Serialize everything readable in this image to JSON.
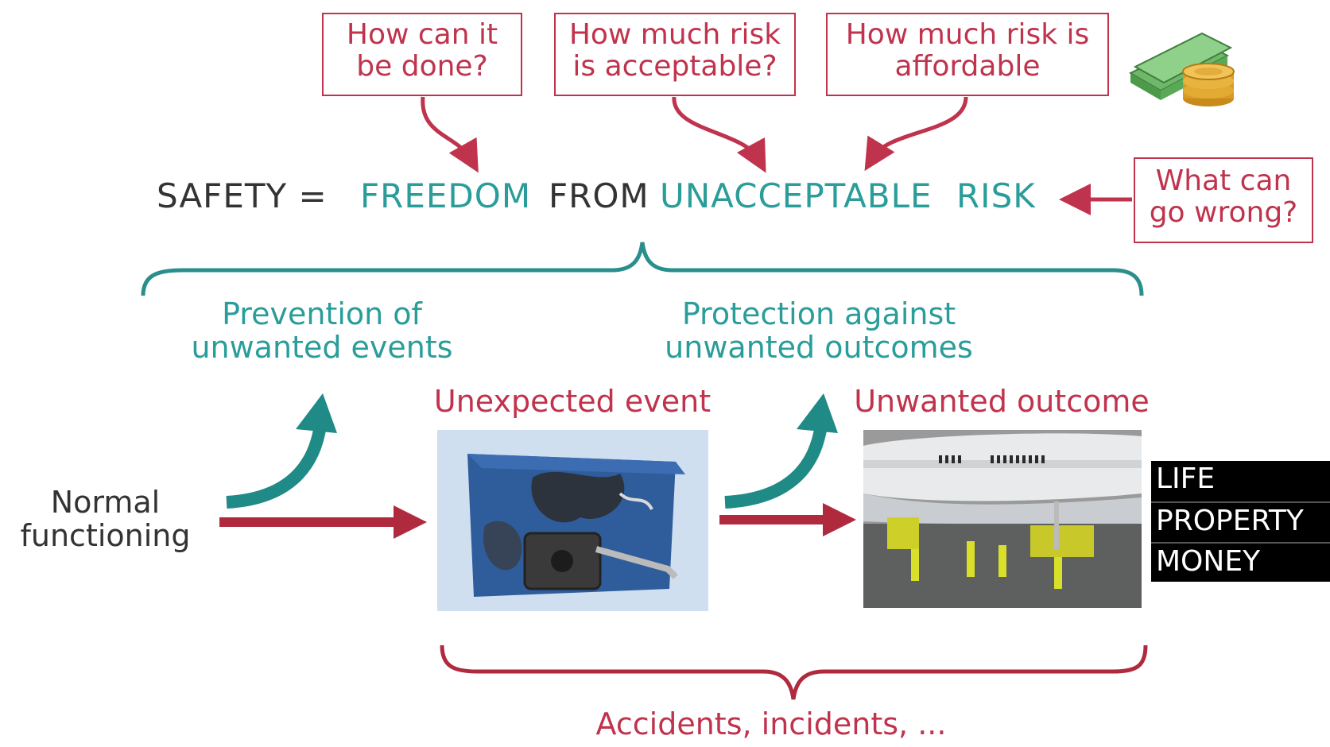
{
  "questions": {
    "how_done": "How can it\nbe done?",
    "how_much_acceptable": "How much risk\nis acceptable?",
    "how_much_affordable": "How much risk is\naffordable",
    "what_wrong": "What can\ngo wrong?"
  },
  "equation": {
    "safety": "SAFETY =",
    "freedom": "FREEDOM",
    "from": "FROM",
    "unacceptable": "UNACCEPTABLE",
    "risk": "RISK"
  },
  "branches": {
    "prevention": "Prevention of\nunwanted events",
    "protection": "Protection against\nunwanted outcomes"
  },
  "flow": {
    "normal": "Normal\nfunctioning",
    "unexpected_event": "Unexpected event",
    "unwanted_outcome": "Unwanted outcome",
    "accidents": "Accidents, incidents, ..."
  },
  "impacts": [
    "LIFE",
    "PROPERTY",
    "MONEY"
  ],
  "icons": {
    "money": "money-stack-coins-icon",
    "wreck_photo": "damaged-battery-box-photo",
    "aircraft_photo": "grounded-aircraft-photo"
  },
  "colors": {
    "red": "#c0334d",
    "teal": "#2a9d9a",
    "dark": "#333333"
  }
}
